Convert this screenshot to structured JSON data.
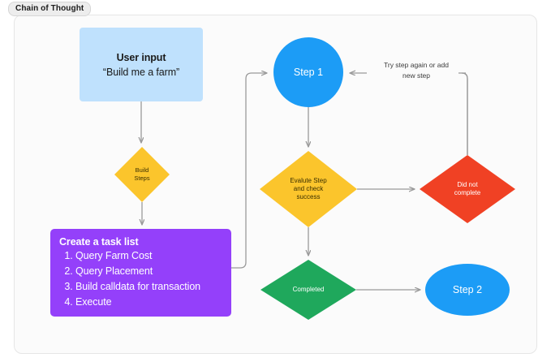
{
  "badge": {
    "label": "Chain of Thought"
  },
  "diagram": {
    "type": "flowchart",
    "nodes": {
      "user_input": {
        "title": "User input",
        "subtitle": "“Build me a farm”",
        "shape": "rectangle",
        "color": "#bfe1fd"
      },
      "build_steps": {
        "line1": "Build",
        "line2": "Steps",
        "shape": "diamond",
        "color": "#fbc52c"
      },
      "task_list": {
        "title": "Create a task list",
        "items": [
          "Query Farm Cost",
          "Query Placement",
          "Build calldata for transaction",
          "Execute"
        ],
        "shape": "rectangle",
        "color": "#9440fa"
      },
      "step1": {
        "label": "Step 1",
        "shape": "circle",
        "color": "#1c9cf6"
      },
      "evaluate": {
        "line1": "Evalute Step",
        "line2": "and check",
        "line3": "success",
        "shape": "diamond",
        "color": "#fbc52c"
      },
      "failed": {
        "line1": "Did not",
        "line2": "complete",
        "shape": "diamond",
        "color": "#f04124"
      },
      "completed": {
        "label": "Completed",
        "shape": "diamond",
        "color": "#1fa85c"
      },
      "step2": {
        "label": "Step 2",
        "shape": "ellipse",
        "color": "#1c9cf6"
      }
    },
    "edges": [
      {
        "from": "user_input",
        "to": "build_steps",
        "label": ""
      },
      {
        "from": "build_steps",
        "to": "task_list",
        "label": ""
      },
      {
        "from": "task_list",
        "to": "step1",
        "label": ""
      },
      {
        "from": "step1",
        "to": "evaluate",
        "label": ""
      },
      {
        "from": "evaluate",
        "to": "failed",
        "label": ""
      },
      {
        "from": "evaluate",
        "to": "completed",
        "label": ""
      },
      {
        "from": "failed",
        "to": "step1",
        "label": "Try step again or add new step"
      },
      {
        "from": "completed",
        "to": "step2",
        "label": ""
      }
    ],
    "edge_label_retry": {
      "line1": "Try step again or add",
      "line2": "new step"
    },
    "colors": {
      "canvas_bg": "#fbfbfb",
      "canvas_border": "#e6e6e6",
      "connector": "#9a9a9a",
      "badge_bg": "#ededed"
    }
  }
}
